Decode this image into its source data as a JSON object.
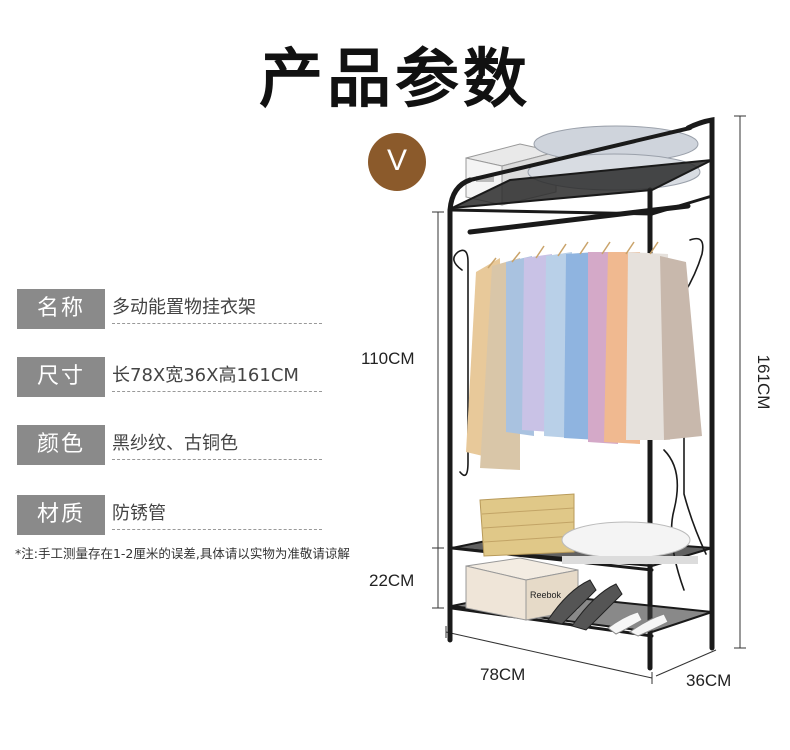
{
  "title": "产品参数",
  "badge": "V",
  "specs": [
    {
      "label": "名称",
      "value": "多动能置物挂衣架"
    },
    {
      "label": "尺寸",
      "value": "长78X宽36X高161CM"
    },
    {
      "label": "颜色",
      "value": "黑纱纹、古铜色"
    },
    {
      "label": "材质",
      "value": "防锈管"
    }
  ],
  "note": "*注:手工测量存在1-2厘米的误差,具体请以实物为准敬请谅解",
  "dimensions": {
    "hanging_height": "110CM",
    "shelf_gap": "22CM",
    "length": "78CM",
    "depth": "36CM",
    "total_height": "161CM"
  },
  "box_brand": "Reebok",
  "colors": {
    "badge": "#8b5a2b",
    "label_bg": "#8a8a8a",
    "frame": "#1a1a1a"
  }
}
